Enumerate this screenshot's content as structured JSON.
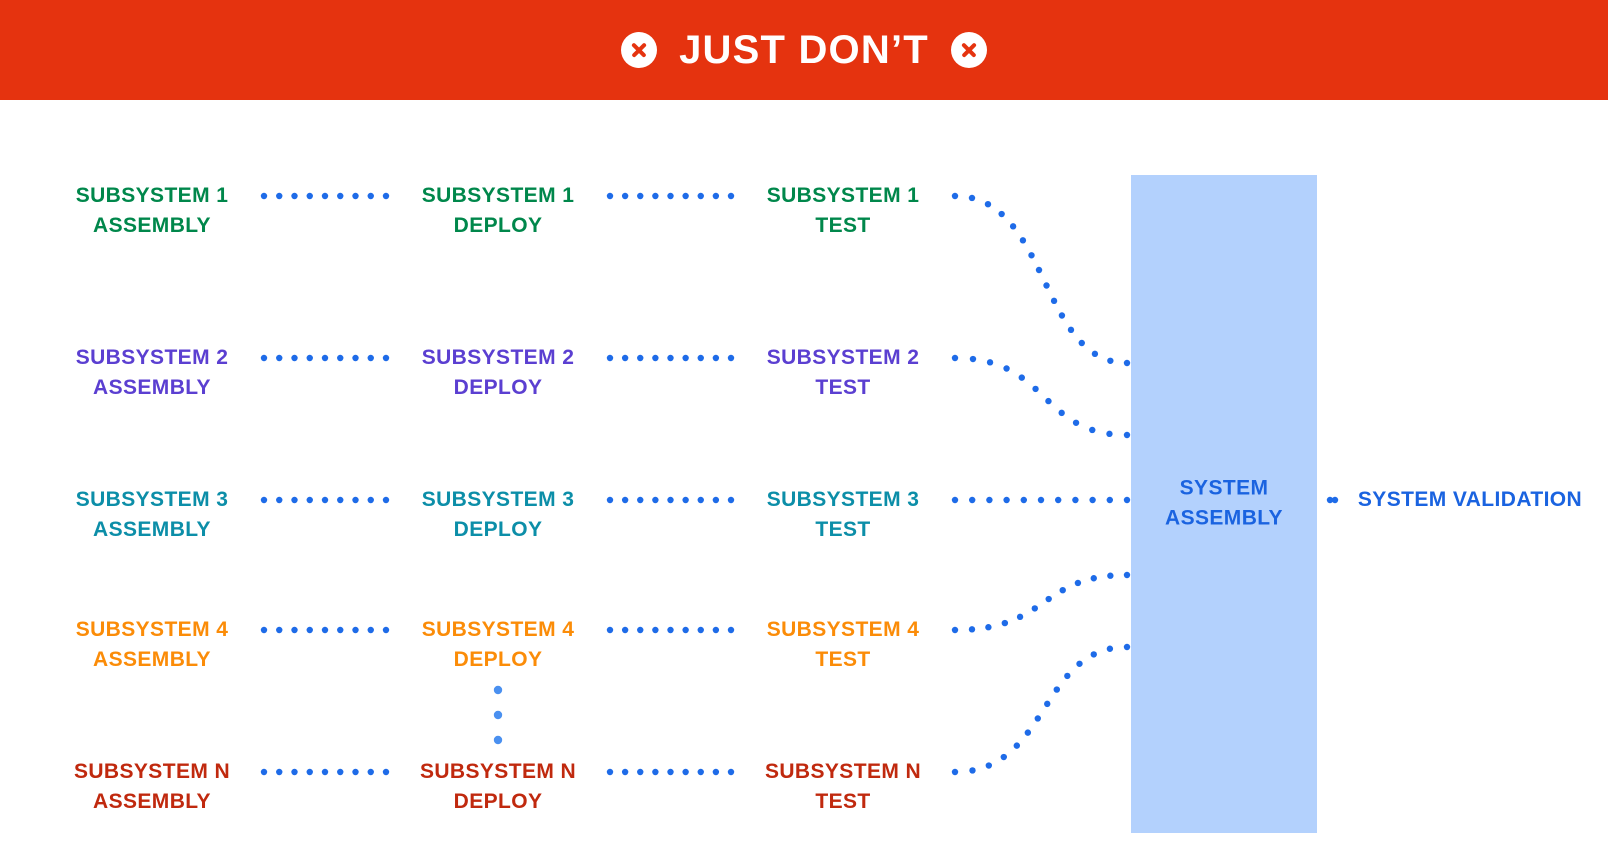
{
  "banner": {
    "title": "JUST DON’T",
    "background": "#E5330F",
    "text_color": "#FFFFFF",
    "left_icon": "circle-x-icon",
    "right_icon": "circle-x-icon"
  },
  "diagram": {
    "connector_color": "#1E6BE8",
    "columns": [
      {
        "key": "assembly",
        "suffix": "ASSEMBLY"
      },
      {
        "key": "deploy",
        "suffix": "DEPLOY"
      },
      {
        "key": "test",
        "suffix": "TEST"
      }
    ],
    "rows": [
      {
        "id": "subsystem-1",
        "color": "#00874B",
        "assembly": {
          "l1": "SUBSYSTEM 1",
          "l2": "ASSEMBLY"
        },
        "deploy": {
          "l1": "SUBSYSTEM 1",
          "l2": "DEPLOY"
        },
        "test": {
          "l1": "SUBSYSTEM 1",
          "l2": "TEST"
        }
      },
      {
        "id": "subsystem-2",
        "color": "#5B3FD1",
        "assembly": {
          "l1": "SUBSYSTEM 2",
          "l2": "ASSEMBLY"
        },
        "deploy": {
          "l1": "SUBSYSTEM 2",
          "l2": "DEPLOY"
        },
        "test": {
          "l1": "SUBSYSTEM 2",
          "l2": "TEST"
        }
      },
      {
        "id": "subsystem-3",
        "color": "#0C8EA8",
        "assembly": {
          "l1": "SUBSYSTEM 3",
          "l2": "ASSEMBLY"
        },
        "deploy": {
          "l1": "SUBSYSTEM 3",
          "l2": "DEPLOY"
        },
        "test": {
          "l1": "SUBSYSTEM 3",
          "l2": "TEST"
        }
      },
      {
        "id": "subsystem-4",
        "color": "#FB8C08",
        "assembly": {
          "l1": "SUBSYSTEM 4",
          "l2": "ASSEMBLY"
        },
        "deploy": {
          "l1": "SUBSYSTEM 4",
          "l2": "DEPLOY"
        },
        "test": {
          "l1": "SUBSYSTEM 4",
          "l2": "TEST"
        }
      },
      {
        "id": "subsystem-n",
        "color": "#C0290E",
        "assembly": {
          "l1": "SUBSYSTEM N",
          "l2": "ASSEMBLY"
        },
        "deploy": {
          "l1": "SUBSYSTEM N",
          "l2": "DEPLOY"
        },
        "test": {
          "l1": "SUBSYSTEM N",
          "l2": "TEST"
        }
      }
    ],
    "ellipsis": {
      "dots": 3,
      "color": "#4A90F0"
    },
    "system_assembly": {
      "l1": "SYSTEM",
      "l2": "ASSEMBLY",
      "background": "#B3D1FD",
      "text_color": "#1A63E0"
    },
    "system_validation": {
      "l1": "SYSTEM",
      "l2": "VALIDATION",
      "text_color": "#1A63E0"
    }
  }
}
